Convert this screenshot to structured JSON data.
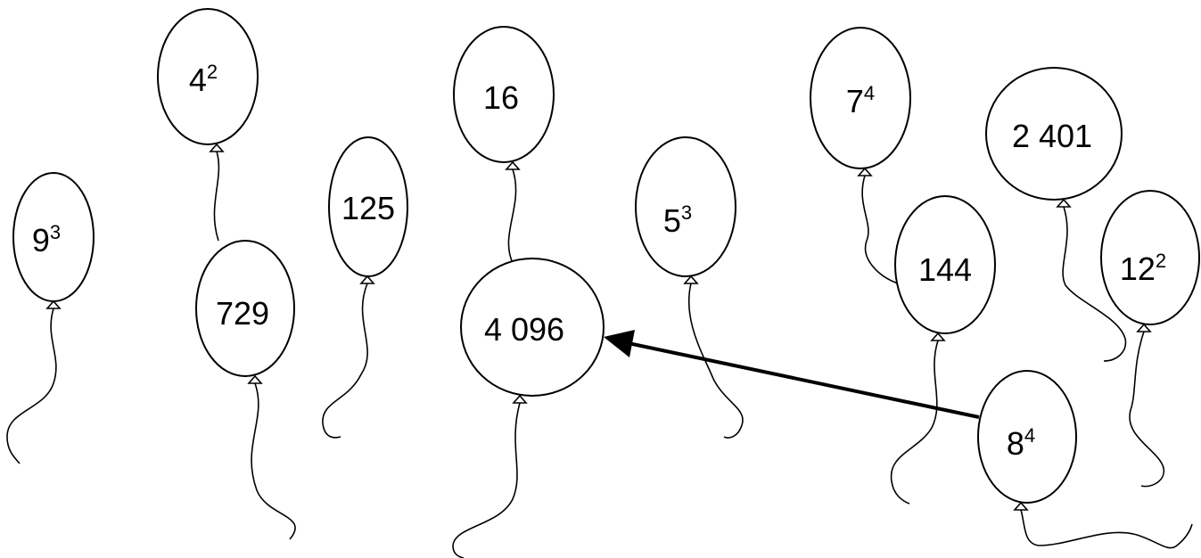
{
  "balloons": [
    {
      "id": "nine-cubed",
      "base": "9",
      "exponent": "3"
    },
    {
      "id": "four-squared",
      "base": "4",
      "exponent": "2"
    },
    {
      "id": "seven-two-nine",
      "base": "729",
      "exponent": ""
    },
    {
      "id": "one-two-five",
      "base": "125",
      "exponent": ""
    },
    {
      "id": "sixteen",
      "base": "16",
      "exponent": ""
    },
    {
      "id": "four-zero-nine-six",
      "base": "4 096",
      "exponent": ""
    },
    {
      "id": "five-cubed",
      "base": "5",
      "exponent": "3"
    },
    {
      "id": "seven-fourth",
      "base": "7",
      "exponent": "4"
    },
    {
      "id": "two-four-zero-one",
      "base": "2 401",
      "exponent": ""
    },
    {
      "id": "one-four-four",
      "base": "144",
      "exponent": ""
    },
    {
      "id": "twelve-squared",
      "base": "12",
      "exponent": "2"
    },
    {
      "id": "eight-fourth",
      "base": "8",
      "exponent": "4"
    }
  ],
  "arrow": {
    "from": "eight-fourth",
    "to": "four-zero-nine-six"
  }
}
